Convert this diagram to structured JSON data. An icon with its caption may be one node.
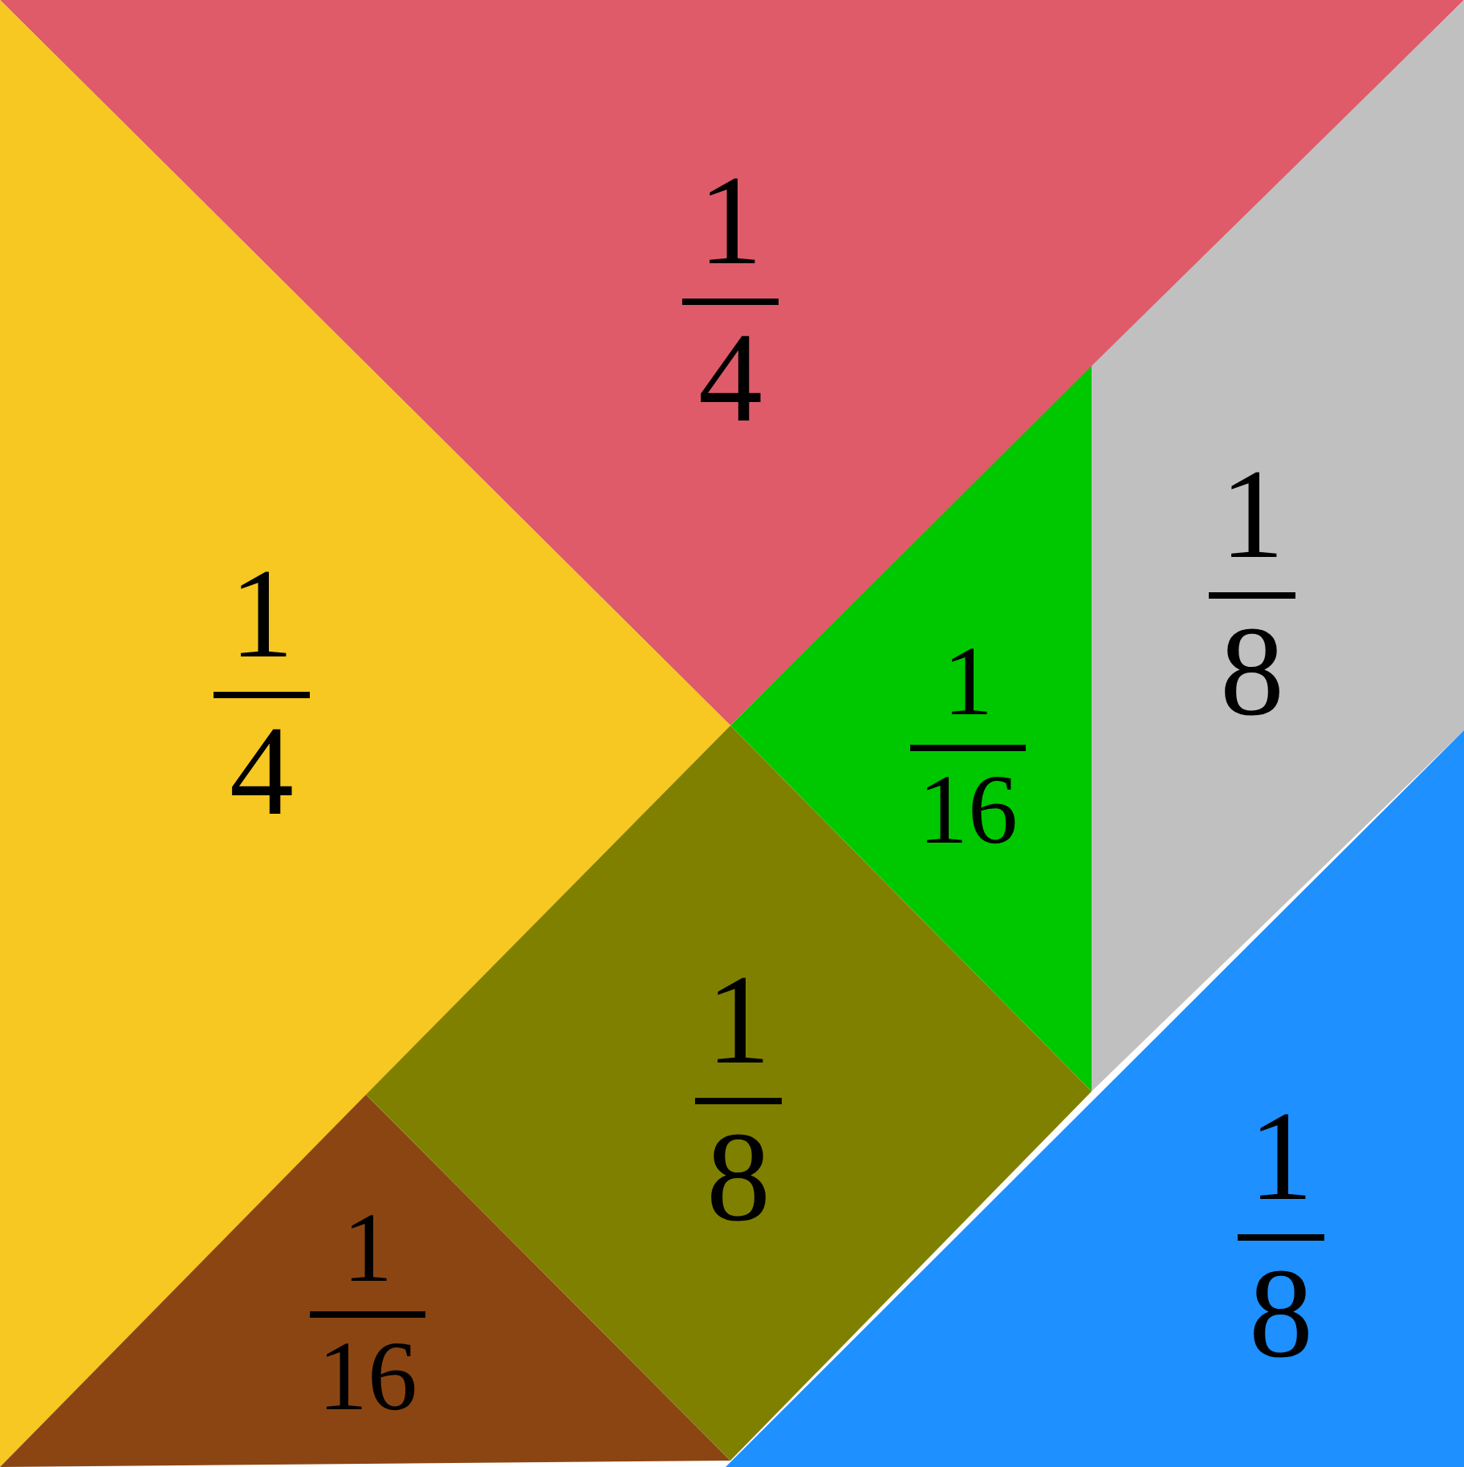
{
  "diagram": {
    "nodes": [
      {
        "text": [
          "1",
          "4"
        ]
      },
      {
        "text": [
          "1",
          "4"
        ]
      },
      {
        "text": [
          "1",
          "16"
        ]
      },
      {
        "text": [
          "1",
          "8"
        ]
      },
      {
        "text": [
          "1",
          "8"
        ]
      },
      {
        "text": [
          "1",
          "16"
        ]
      },
      {
        "text": [
          "1",
          "8"
        ]
      }
    ]
  }
}
